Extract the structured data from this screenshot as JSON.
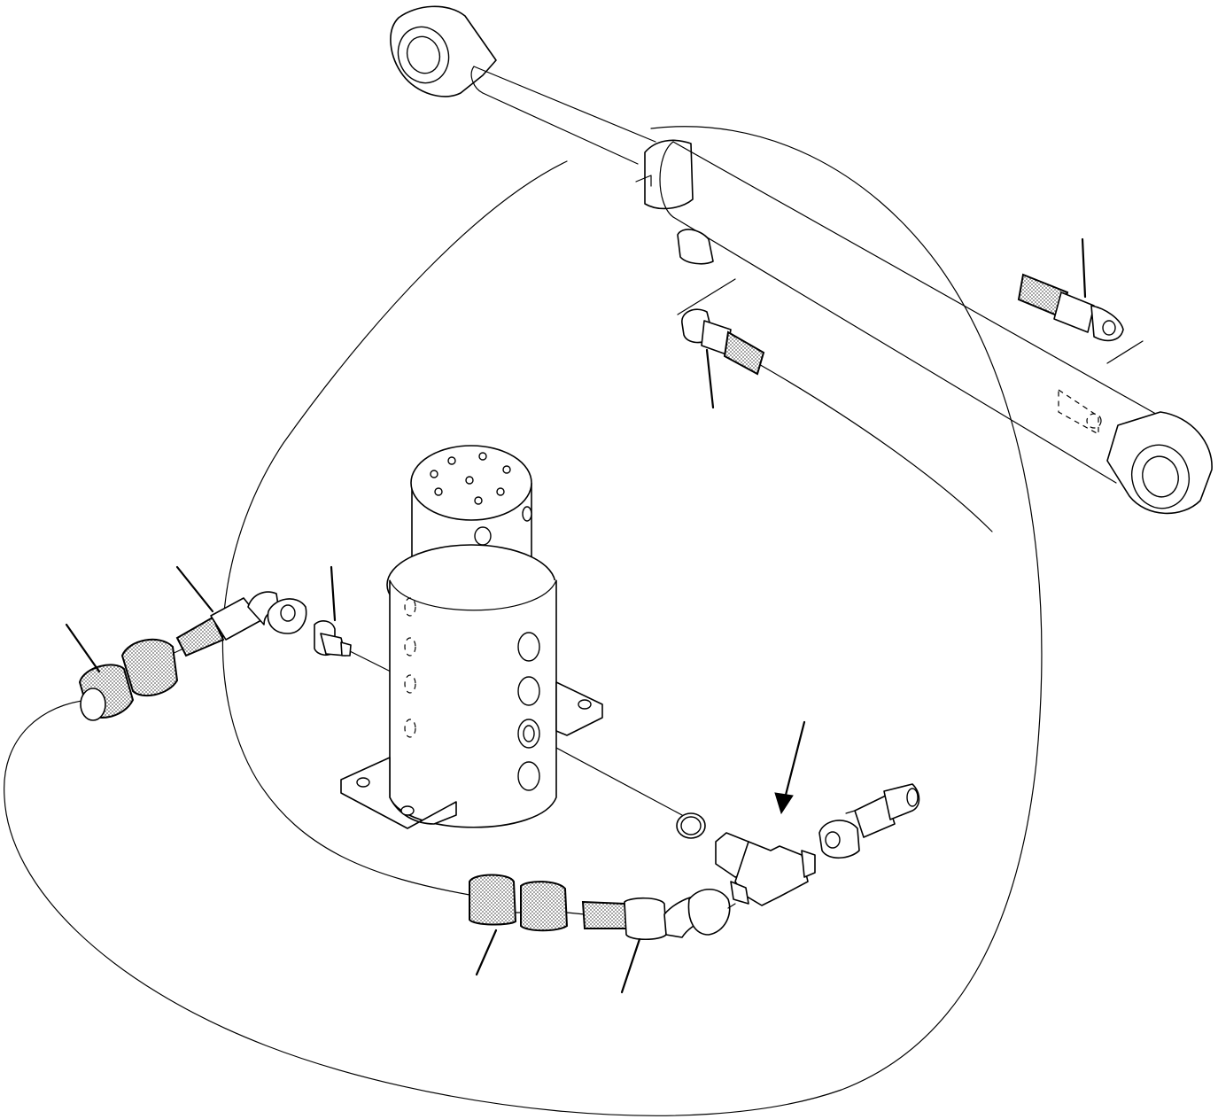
{
  "figure": {
    "labels": [],
    "colors": {
      "ink": "#000000",
      "paper": "#ffffff",
      "stipple": "#888888"
    },
    "parts": [
      {
        "name": "hydraulic-cylinder"
      },
      {
        "name": "swivel-joint"
      },
      {
        "name": "hose-fitting-left"
      },
      {
        "name": "hose-fitting-bottom"
      },
      {
        "name": "elbow-fitting"
      },
      {
        "name": "adapter-nipple"
      },
      {
        "name": "o-ring"
      },
      {
        "name": "cylinder-fitting-upper"
      },
      {
        "name": "cylinder-fitting-lower"
      }
    ]
  }
}
